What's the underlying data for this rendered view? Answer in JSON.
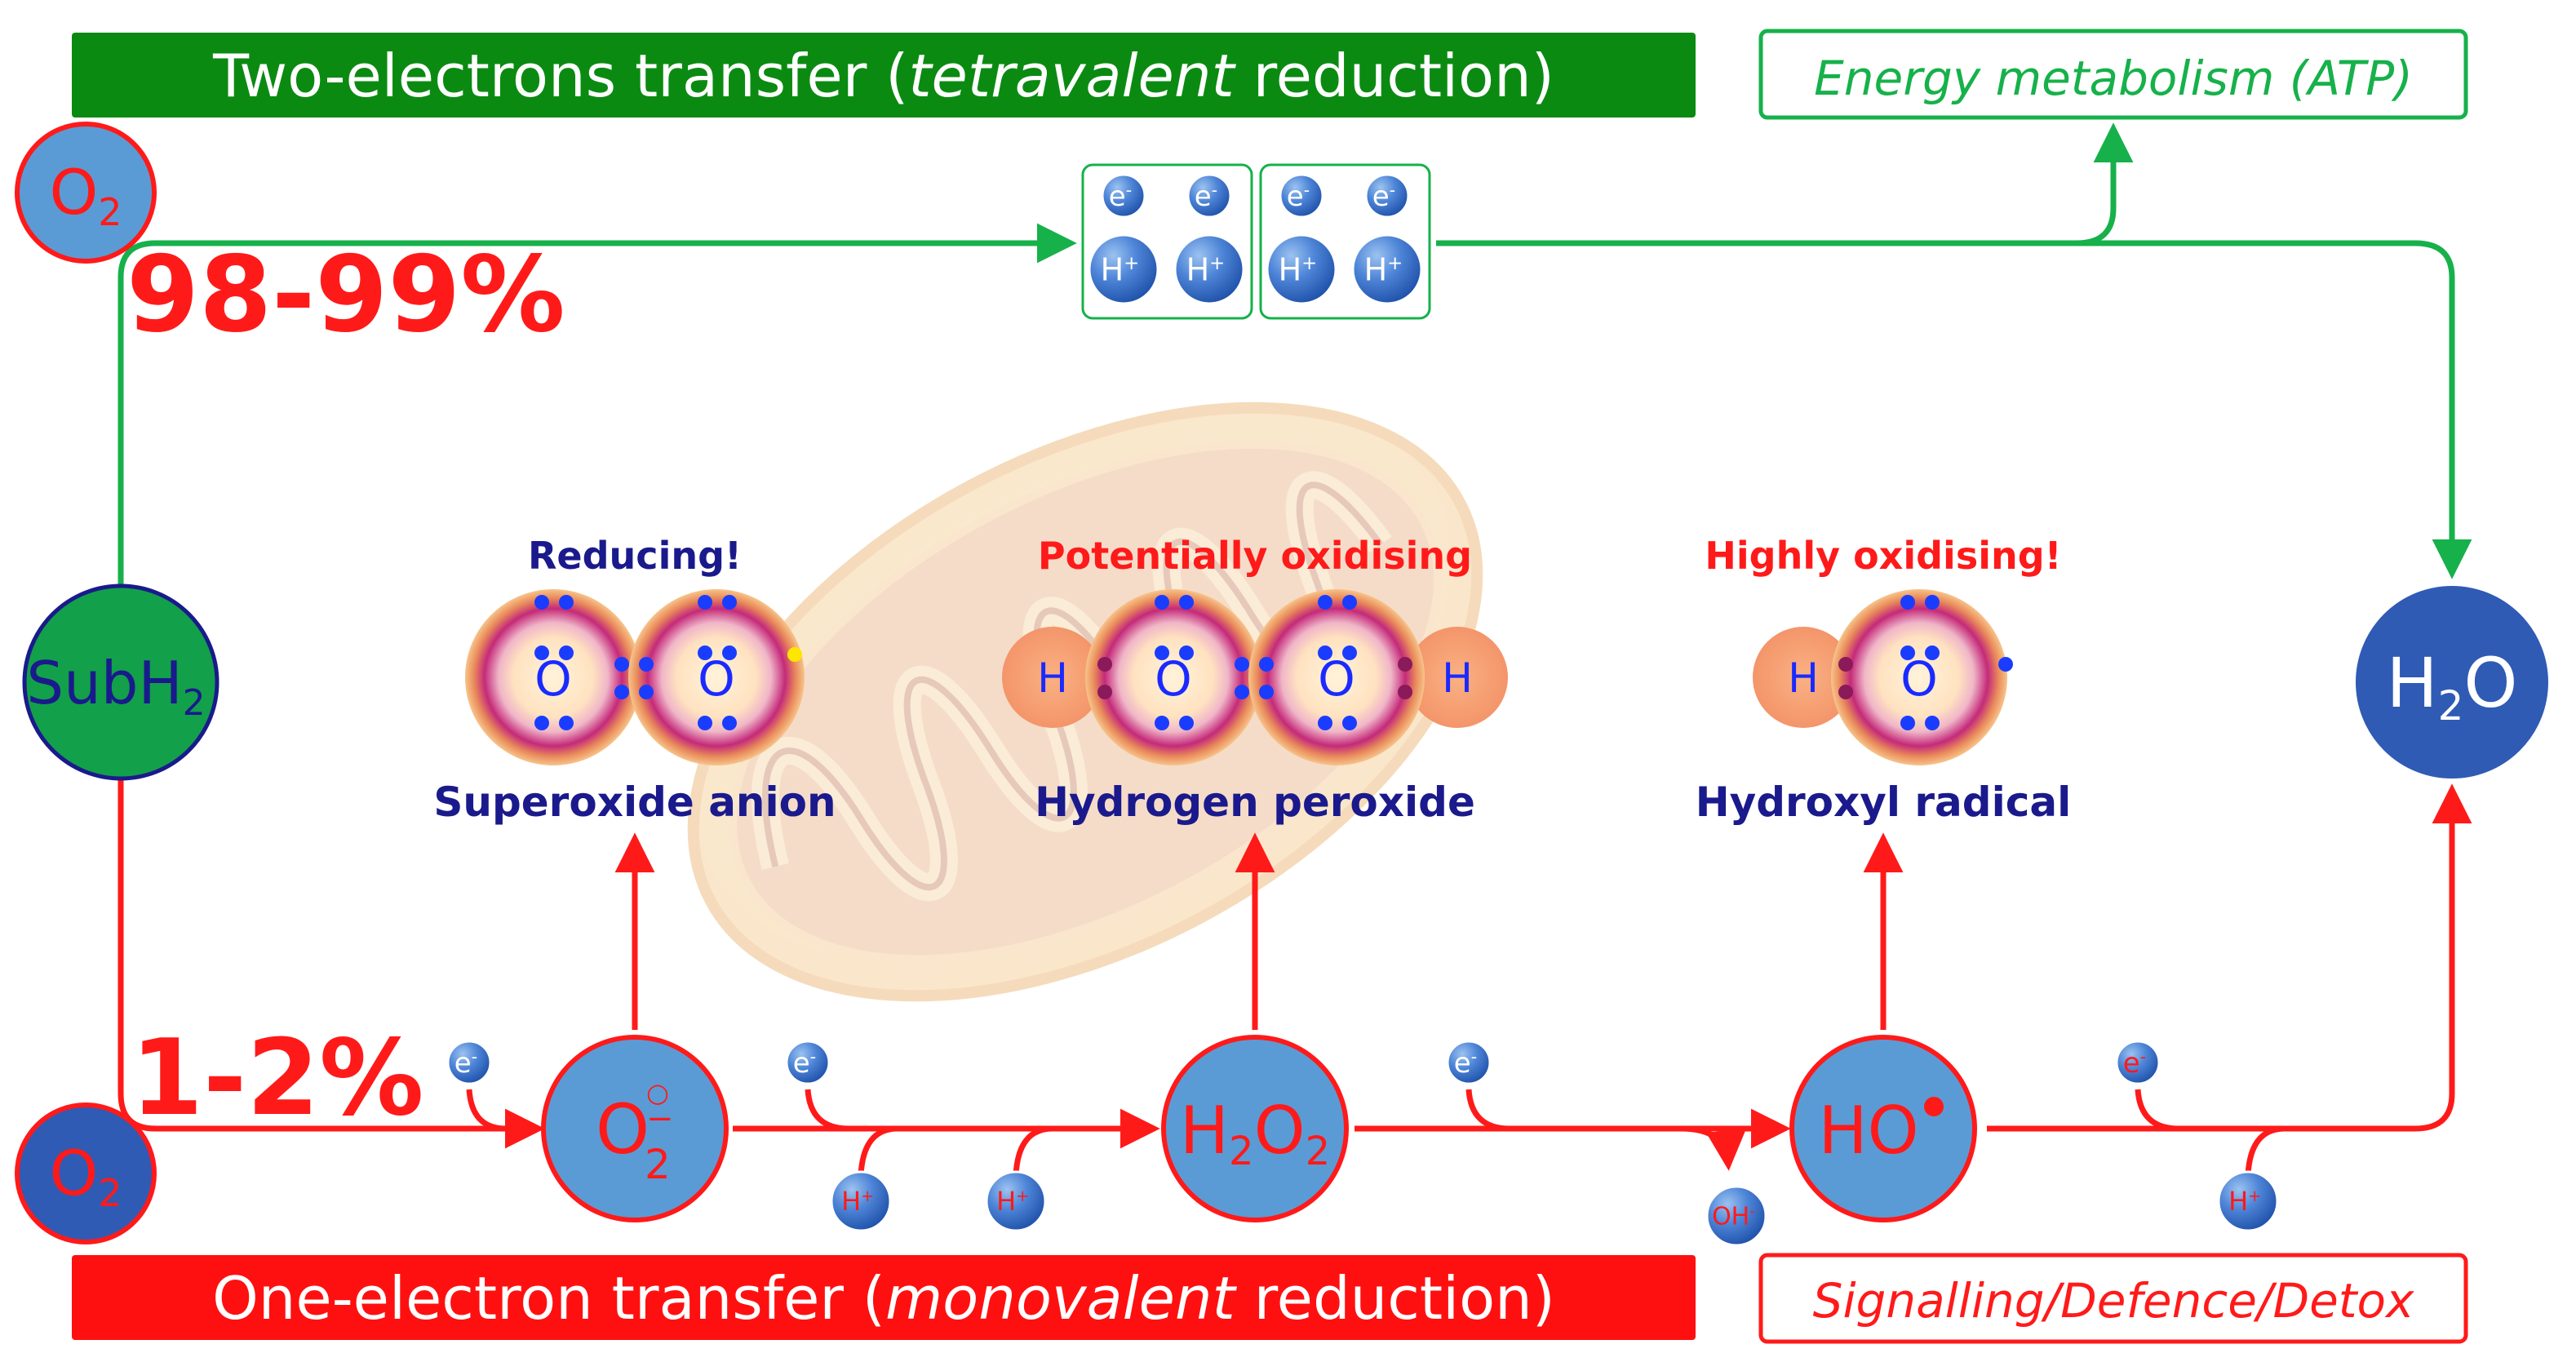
{
  "colors": {
    "green_path": "#16b14a",
    "red_path": "#ff1a1a",
    "banner_green": "#0b8a12",
    "banner_red": "#ff1010",
    "molecule_blue": "#5b9bd5",
    "navy": "#1a1a8c",
    "h2o_blue": "#2f5bb5"
  },
  "banners": {
    "top": {
      "prefix": "Two-electrons transfer (",
      "italic": "tetravalent",
      "suffix": " reduction)"
    },
    "bottom": {
      "prefix": "One-electron transfer (",
      "italic": "monovalent",
      "suffix": " reduction)"
    }
  },
  "side_boxes": {
    "energy": "Energy metabolism (ATP)",
    "signalling": "Signalling/Defence/Detox"
  },
  "percentages": {
    "major": "98-99%",
    "minor": "1-2%"
  },
  "nodes": {
    "o2": {
      "base": "O",
      "sub": "2"
    },
    "subh2": {
      "base": "SubH",
      "sub": "2"
    },
    "h2o": {
      "pre": "H",
      "sub": "2",
      "post": "O"
    },
    "superoxide": {
      "base": "O",
      "sub": "2",
      "sup": "−",
      "radical": "○"
    },
    "h2o2": {
      "a": "H",
      "b": "2",
      "c": "O",
      "d": "2"
    },
    "hydroxyl": {
      "base": "HO"
    }
  },
  "particles": {
    "electron": "e",
    "electron_sup": "-",
    "proton": "H",
    "proton_sup": "+",
    "hydroxide": "OH",
    "hydroxide_sup": "-"
  },
  "species": [
    {
      "note": "Reducing!",
      "name": "Superoxide anion",
      "note_color": "#1a1a8c"
    },
    {
      "note": "Potentially oxidising",
      "name": "Hydrogen peroxide",
      "note_color": "#ff1a1a"
    },
    {
      "note": "Highly oxidising!",
      "name": "Hydroxyl radical",
      "note_color": "#ff1a1a"
    }
  ],
  "atoms": {
    "oxygen": "O",
    "hydrogen": "H"
  }
}
